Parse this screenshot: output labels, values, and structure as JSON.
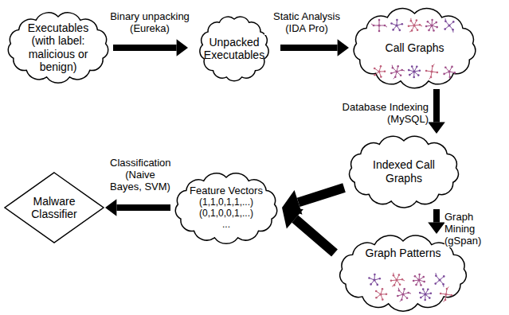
{
  "diagram": {
    "nodes": [
      {
        "text": [
          "Executables (with label: malicious or benign)"
        ]
      },
      {
        "text": [
          "Unpacked Executables"
        ]
      },
      {
        "text": [
          "Call Graphs"
        ]
      },
      {
        "text": [
          "Indexed Call Graphs"
        ]
      },
      {
        "text": [
          "Graph Patterns"
        ]
      },
      {
        "text": [
          "Feature Vectors",
          "(1,1,0,1,1,...)",
          "(0,1,0,0,1,...)",
          "..."
        ]
      },
      {
        "text": [
          "Malware Classifier"
        ]
      }
    ],
    "edges": [
      {
        "from": 0,
        "to": 1,
        "label": "Binary unpacking (Eureka)",
        "arrow": "to"
      },
      {
        "from": 1,
        "to": 2,
        "label": "Static Analysis (IDA Pro)",
        "arrow": "to"
      },
      {
        "from": 2,
        "to": 3,
        "label": "Database Indexing (MySQL)",
        "arrow": "to"
      },
      {
        "from": 3,
        "to": 4,
        "label": "Graph Mining (gSpan)",
        "arrow": "to"
      },
      {
        "from": 3,
        "to": 5,
        "arrow": "to"
      },
      {
        "from": 4,
        "to": 5,
        "arrow": "to"
      },
      {
        "from": 5,
        "to": 6,
        "label": "Classification (Naive Bayes, SVM)",
        "arrow": "to"
      }
    ]
  }
}
